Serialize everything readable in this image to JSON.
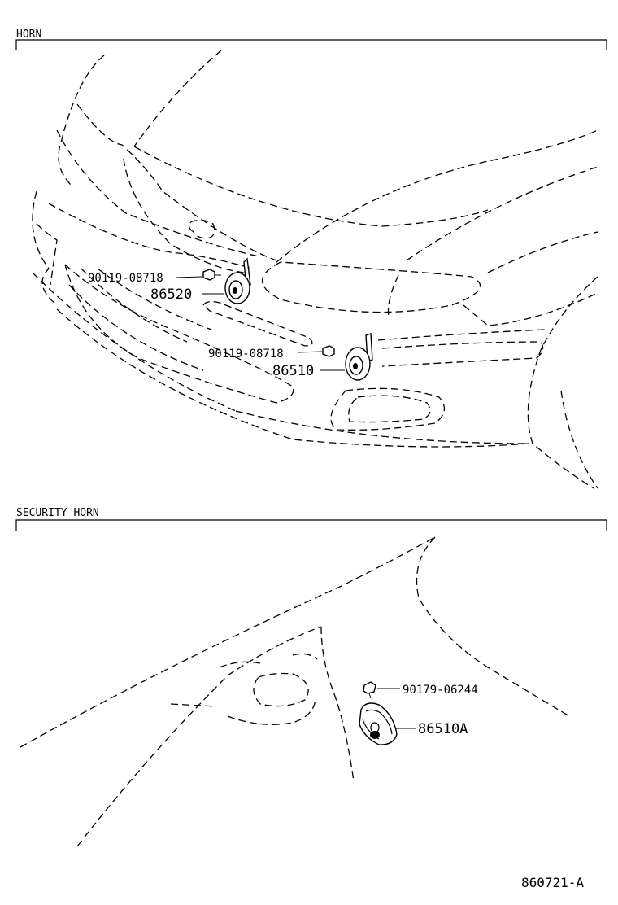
{
  "sections": {
    "horn": {
      "title": "HORN"
    },
    "security_horn": {
      "title": "SECURITY HORN"
    }
  },
  "parts": {
    "bolt_upper": {
      "number": "90119-08718"
    },
    "horn_low": {
      "number": "86520"
    },
    "bolt_lower": {
      "number": "90119-08718"
    },
    "horn_high": {
      "number": "86510"
    },
    "security_clip": {
      "number": "90179-06244"
    },
    "security_horn": {
      "number": "86510A"
    }
  },
  "drawing_ref": "860721-A"
}
